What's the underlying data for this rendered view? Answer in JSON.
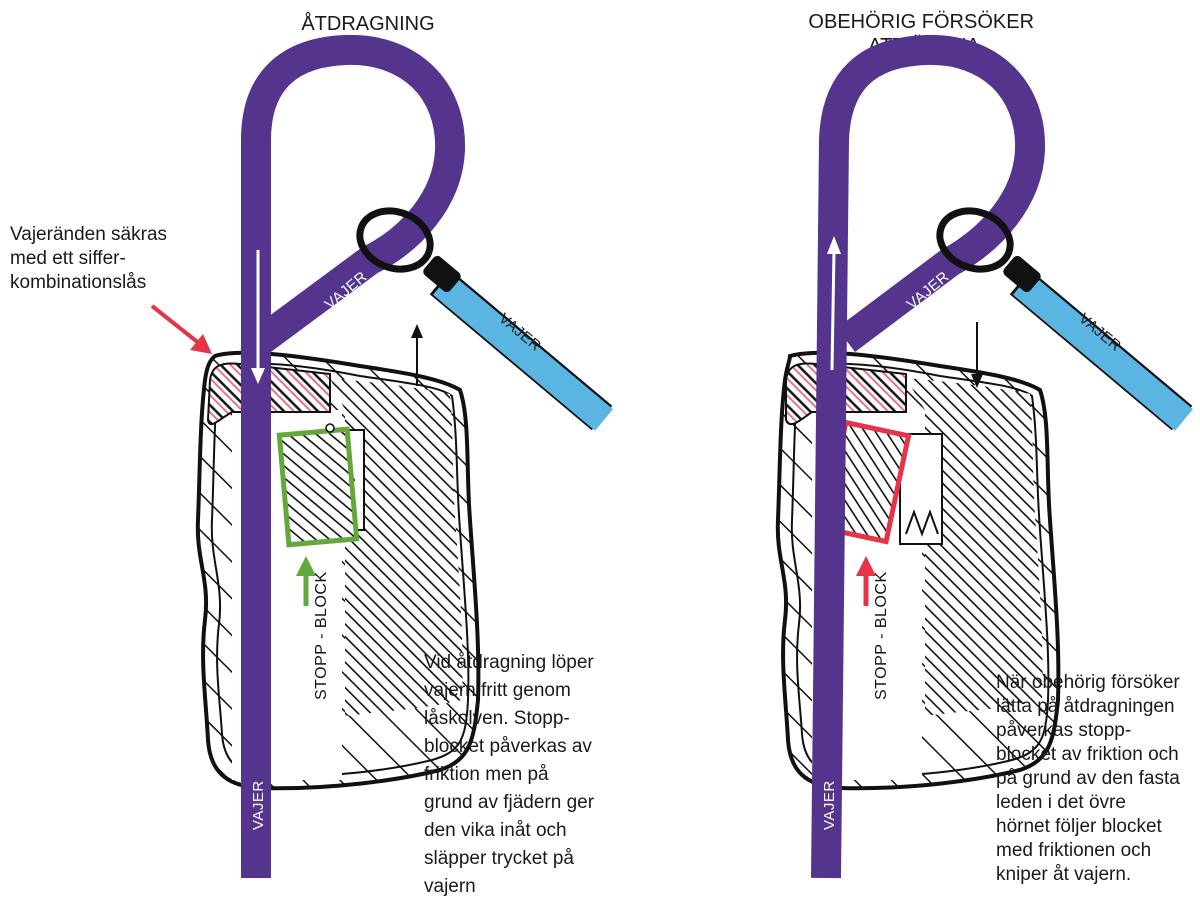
{
  "colors": {
    "wire_purple": "#55348e",
    "wire_blue": "#5bb5e3",
    "arrow_red": "#e63348",
    "block_green": "#63a83b",
    "block_red": "#e63348",
    "hatch": "#111111",
    "pink_hatch": "#e8738a"
  },
  "left_panel": {
    "title": "ÅTDRAGNING",
    "side_note": [
      "Vajeränden säkras",
      "med ett siffer-",
      "kombinationslås"
    ],
    "wire_label_loop": "VAJER",
    "wire_label_blue": "VAJER",
    "wire_label_vertical": "VAJER",
    "block_label": "STOPP - BLOCK",
    "description": [
      "Vid åtdragning löper",
      "vajern fritt genom",
      "låskolven. Stopp-",
      "blocket påverkas av",
      "friktion men på",
      "grund av fjädern ger",
      "den vika inåt och",
      "släpper trycket på",
      "vajern"
    ]
  },
  "right_panel": {
    "title_lines": [
      "OBEHÖRIG FÖRSÖKER",
      "ATT ÖPPNA"
    ],
    "wire_label_loop": "VAJER",
    "wire_label_blue": "VAJER",
    "wire_label_vertical": "VAJER",
    "block_label": "STOPP - BLOCK",
    "description": [
      "När obehörig försöker",
      "lätta på åtdragningen",
      "påverkas stopp-",
      "blocket av friktion och",
      "på grund av den fasta",
      "leden i det övre",
      "hörnet följer blocket",
      "med friktionen och",
      "kniper åt vajern."
    ]
  }
}
